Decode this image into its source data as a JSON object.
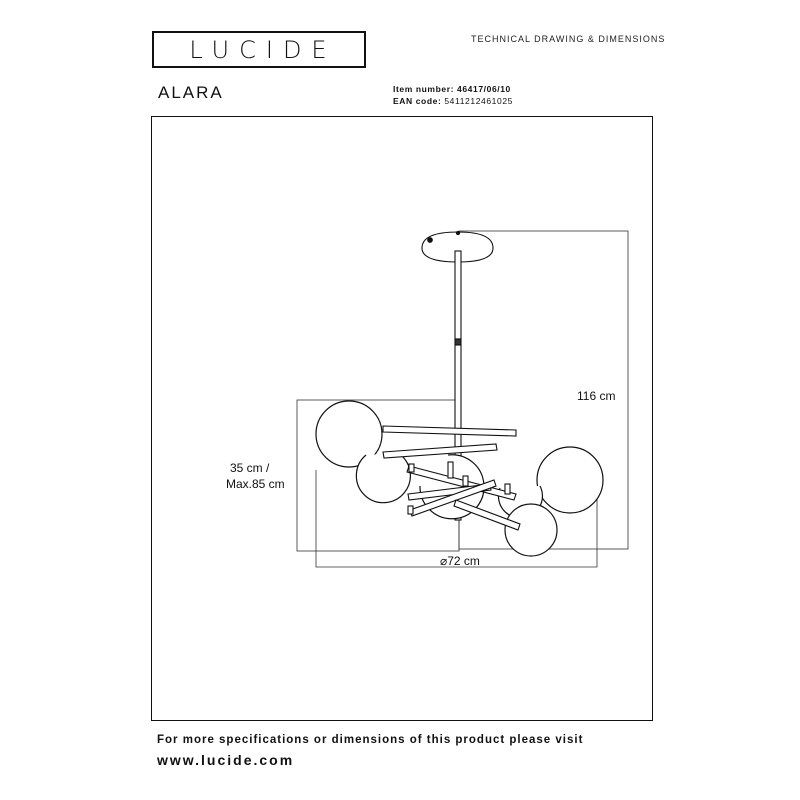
{
  "header": {
    "brand_logo": "LUCIDE",
    "document_type": "TECHNICAL DRAWING & DIMENSIONS",
    "product_name": "ALARA",
    "item_number_label": "Item number:",
    "item_number_value": "46417/06/10",
    "ean_label": "EAN code:",
    "ean_value": "5411212461025"
  },
  "dimensions": {
    "total_height": "116 cm",
    "adjustable_height_line1": "35 cm /",
    "adjustable_height_line2": "Max.85 cm",
    "diameter": "⌀72 cm"
  },
  "footer": {
    "note": "For more specifications or dimensions of this product please visit",
    "url": "www.lucide.com"
  }
}
